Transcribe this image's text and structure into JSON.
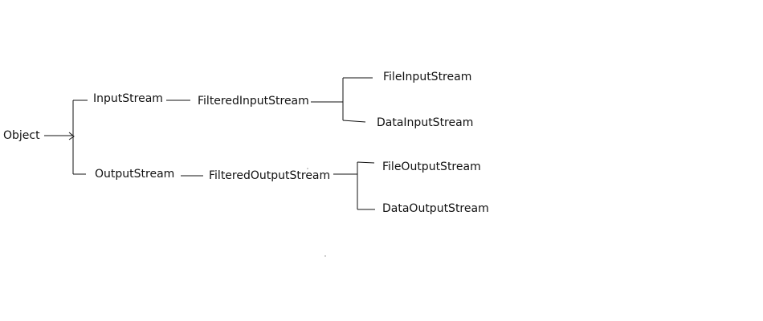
{
  "diagram": {
    "nodes": {
      "object": "Object",
      "input_stream": "InputStream",
      "output_stream": "OutputStream",
      "filtered_input_stream": "FilteredInputStream",
      "filtered_output_stream": "FilteredOutputStream",
      "file_input_stream": "FileInputStream",
      "data_input_stream": "DataInputStream",
      "file_output_stream": "FileOutputStream",
      "data_output_stream": "DataOutputStream"
    },
    "edges": [
      {
        "from": "Object",
        "to": "InputStream"
      },
      {
        "from": "Object",
        "to": "OutputStream"
      },
      {
        "from": "InputStream",
        "to": "FilteredInputStream"
      },
      {
        "from": "OutputStream",
        "to": "FilteredOutputStream"
      },
      {
        "from": "FilteredInputStream",
        "to": "FileInputStream"
      },
      {
        "from": "FilteredInputStream",
        "to": "DataInputStream"
      },
      {
        "from": "FilteredOutputStream",
        "to": "FileOutputStream"
      },
      {
        "from": "FilteredOutputStream",
        "to": "DataOutputStream"
      }
    ]
  }
}
